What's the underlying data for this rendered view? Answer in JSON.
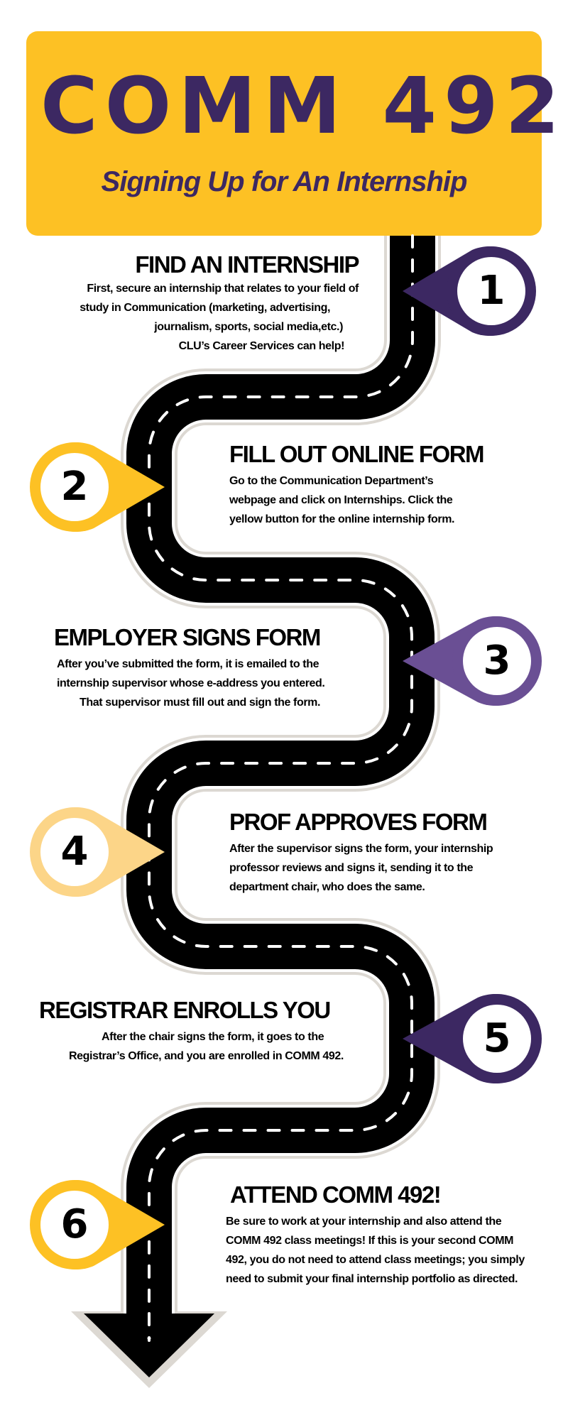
{
  "header": {
    "title": "COMM  492",
    "subtitle": "Signing Up for An Internship",
    "background_color": "#fdc124",
    "text_color": "#3c2862"
  },
  "steps": [
    {
      "number": "1",
      "pin_color": "#3c2862",
      "heading": "FIND AN INTERNSHIP",
      "lines": [
        "First,  secure an internship  that relates to your field of",
        "study in Communication (marketing, advertising,",
        "journalism, sports, social media,etc.)",
        "CLU’s Career Services can help!"
      ]
    },
    {
      "number": "2",
      "pin_color": "#fdc124",
      "heading": "FILL OUT ONLINE FORM",
      "lines": [
        "Go to the Communication Department’s",
        "webpage and click on Internships. Click the",
        "yellow button for the online internship form."
      ]
    },
    {
      "number": "3",
      "pin_color": "#6a4f94",
      "heading": "EMPLOYER SIGNS FORM",
      "lines": [
        "After you’ve submitted the form, it is emailed to the",
        "internship supervisor whose e-address you entered.",
        "That supervisor must fill out and sign the form."
      ]
    },
    {
      "number": "4",
      "pin_color": "#fcd588",
      "heading": "PROF APPROVES FORM",
      "lines": [
        "After the supervisor signs the form, your internship",
        "professor reviews and signs it, sending it to the",
        "department chair, who does the same."
      ]
    },
    {
      "number": "5",
      "pin_color": "#3c2862",
      "heading": "REGISTRAR ENROLLS YOU",
      "lines": [
        "After the chair signs the form, it goes to the",
        "Registrar’s Office, and you are enrolled in COMM 492."
      ]
    },
    {
      "number": "6",
      "pin_color": "#fdc124",
      "heading": "ATTEND COMM 492!",
      "lines": [
        "Be sure to work at your internship and also attend the",
        "COMM 492 class meetings! If this is your second COMM",
        "492, you do not need to attend class meetings; you simply",
        "need to submit your final internship portfolio as directed."
      ]
    }
  ],
  "road": {
    "asphalt_color": "#000000",
    "edge_color": "#dcd8d2",
    "dash_color": "#ffffff"
  }
}
